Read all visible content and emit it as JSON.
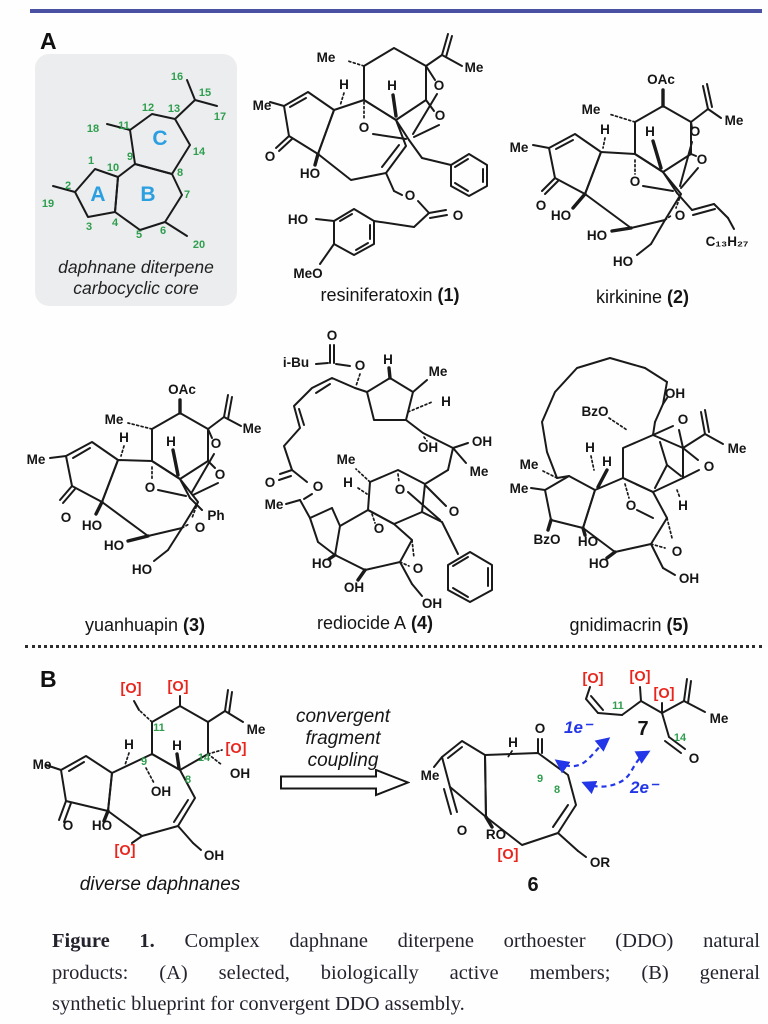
{
  "colors": {
    "rule": "#4a50a2",
    "green_number": "#2f9e4e",
    "blue_ring_letter": "#2b9fe0",
    "red_oxidation": "#e8251d",
    "blue_electron": "#2336e8"
  },
  "A": {
    "panel": "A",
    "core": {
      "cap1": "daphnane diterpene",
      "cap2": "carbocyclic core",
      "rings": [
        "A",
        "B",
        "C"
      ],
      "nums": [
        "1",
        "2",
        "3",
        "4",
        "5",
        "6",
        "7",
        "8",
        "9",
        "10",
        "11",
        "12",
        "13",
        "14",
        "15",
        "16",
        "17",
        "18",
        "19",
        "20"
      ]
    },
    "c1": {
      "name": "resiniferatoxin",
      "num": "(1)",
      "labels": [
        "Me",
        "Me",
        "Me",
        "H",
        "H",
        "O",
        "O",
        "O",
        "O",
        "HO",
        "O",
        "O",
        "HO",
        "MeO"
      ]
    },
    "c2": {
      "name": "kirkinine",
      "num": "(2)",
      "labels": [
        "OAc",
        "Me",
        "Me",
        "Me",
        "H",
        "H",
        "O",
        "O",
        "O",
        "O",
        "HO",
        "HO",
        "HO",
        "O",
        "C₁₃H₂₇"
      ]
    },
    "c3": {
      "name": "yuanhuapin",
      "num": "(3)",
      "labels": [
        "OAc",
        "Me",
        "Me",
        "Me",
        "H",
        "H",
        "O",
        "O",
        "O",
        "O",
        "HO",
        "HO",
        "HO",
        "O",
        "Ph"
      ]
    },
    "c4": {
      "name": "rediocide A",
      "num": "(4)",
      "labels": [
        "i-Bu",
        "O",
        "O",
        "H",
        "Me",
        "H",
        "OH",
        "OH",
        "Me",
        "Me",
        "H",
        "O",
        "O",
        "O",
        "Me",
        "O",
        "O",
        "HO",
        "OH",
        "O",
        "OH"
      ]
    },
    "c5": {
      "name": "gnidimacrin",
      "num": "(5)",
      "labels": [
        "BzO",
        "OH",
        "O",
        "Me",
        "Me",
        "Me",
        "H",
        "H",
        "O",
        "O",
        "H",
        "BzO",
        "HO",
        "HO",
        "O",
        "OH"
      ]
    }
  },
  "B": {
    "panel": "B",
    "left": {
      "caption": "diverse daphnanes",
      "labels": [
        "Me",
        "H",
        "H",
        "Me",
        "OH",
        "OH",
        "O",
        "HO",
        "OH"
      ],
      "ox": [
        "[O]",
        "[O]",
        "[O]",
        "[O]"
      ],
      "nums": [
        "11",
        "9",
        "14",
        "8"
      ]
    },
    "arrow": [
      "convergent",
      "fragment",
      "coupling"
    ],
    "right": {
      "f7": {
        "num": "7",
        "ox": [
          "[O]",
          "[O]",
          "[O]"
        ],
        "nums": [
          "11",
          "14"
        ],
        "labels": [
          "Me",
          "O"
        ]
      },
      "s6": {
        "num": "6",
        "labels": [
          "O",
          "H",
          "Me",
          "O",
          "RO",
          "OR"
        ],
        "ox": "[O]",
        "nums": [
          "9",
          "8"
        ]
      },
      "e1": "1e⁻",
      "e2": "2e⁻"
    }
  },
  "caption": {
    "bold": "Figure 1.",
    "line1": "Complex daphnane diterpene orthoester (DDO) natural",
    "line2": "products: (A) selected, biologically active members; (B) general",
    "line3": "synthetic blueprint for convergent DDO assembly."
  }
}
